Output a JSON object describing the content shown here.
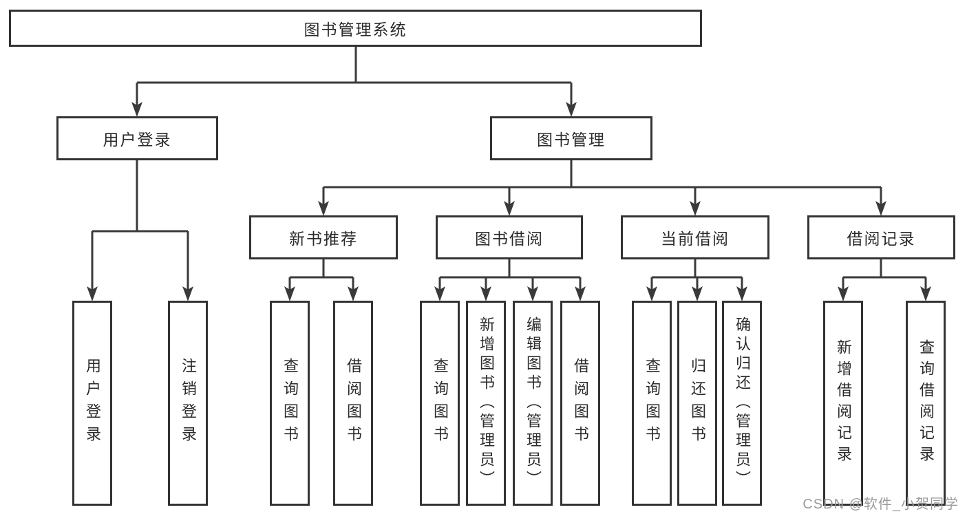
{
  "diagram": {
    "root": {
      "label": "图书管理系统"
    },
    "user_login": {
      "label": "用户登录",
      "children": [
        {
          "label": "用户登录"
        },
        {
          "label": "注销登录"
        }
      ]
    },
    "book_management": {
      "label": "图书管理",
      "sections": [
        {
          "label": "新书推荐",
          "children": [
            {
              "label": "查询图书"
            },
            {
              "label": "借阅图书"
            }
          ]
        },
        {
          "label": "图书借阅",
          "children": [
            {
              "label": "查询图书"
            },
            {
              "label": "新增图书（管理员）"
            },
            {
              "label": "编辑图书（管理员）"
            },
            {
              "label": "借阅图书"
            }
          ]
        },
        {
          "label": "当前借阅",
          "children": [
            {
              "label": "查询图书"
            },
            {
              "label": "归还图书"
            },
            {
              "label": "确认归还（管理员）"
            }
          ]
        },
        {
          "label": "借阅记录",
          "children": [
            {
              "label": "新增借阅记录"
            },
            {
              "label": "查询借阅记录"
            }
          ]
        }
      ]
    }
  },
  "watermark": {
    "text": "CSDN @软件_小贺同学"
  },
  "colors": {
    "line": "#3a3a3a",
    "box_border": "#333333",
    "text": "#2a2a2a",
    "background": "#ffffff",
    "watermark": "#9b9b9b"
  }
}
